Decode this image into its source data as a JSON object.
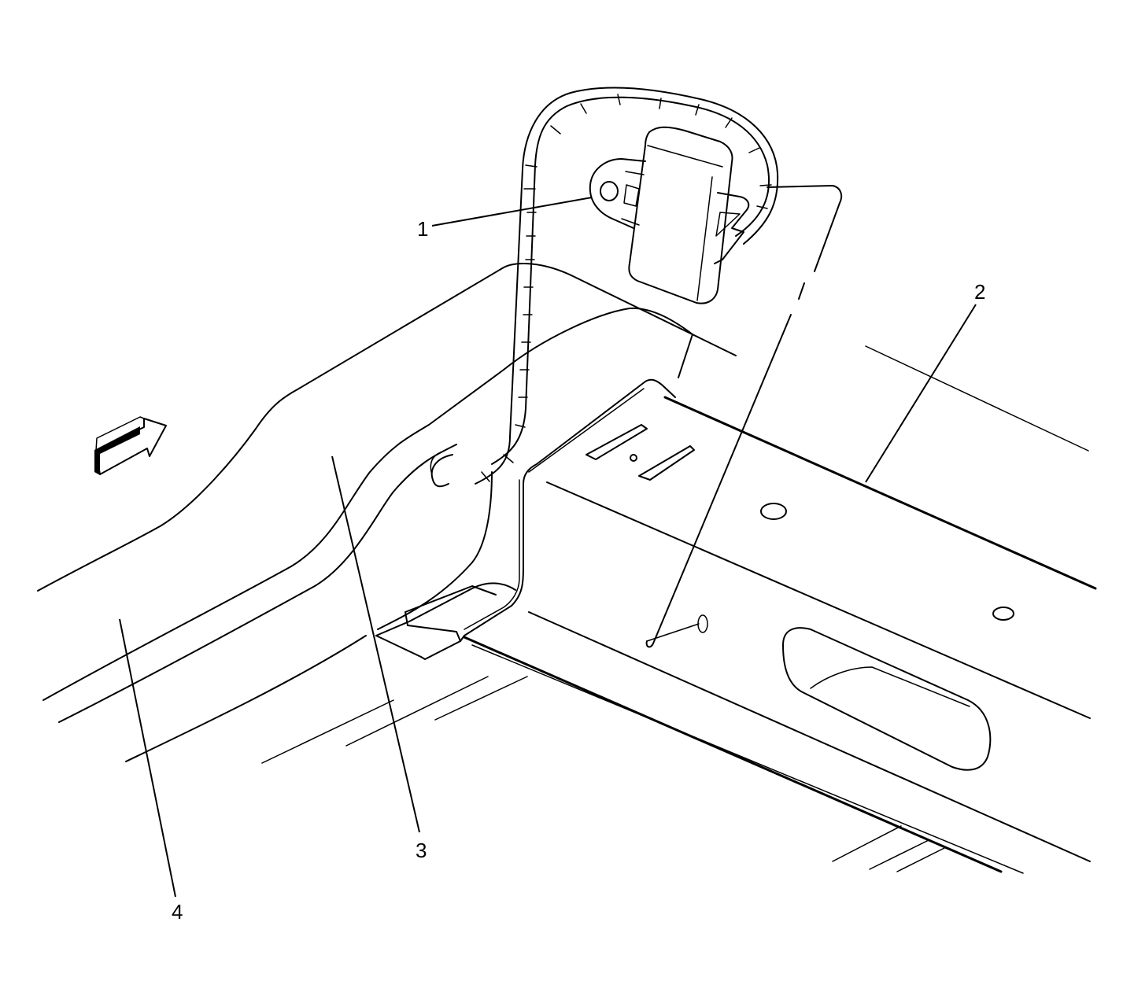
{
  "callouts": {
    "c1": "1",
    "c2": "2",
    "c3": "3",
    "c4": "4"
  },
  "icons": {
    "direction_arrow": "forward-arrow-icon"
  },
  "colors": {
    "line": "#000000",
    "background": "#ffffff"
  }
}
